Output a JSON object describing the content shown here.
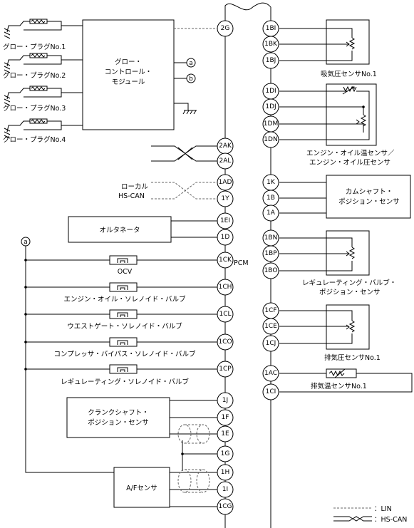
{
  "pcm": {
    "label": "PCM"
  },
  "glow": {
    "plugs": [
      "グロー・プラグNo.1",
      "グロー・プラグNo.2",
      "グロー・プラグNo.3",
      "グロー・プラグNo.4"
    ],
    "module_lines": [
      "グロー・",
      "コントロール・",
      "モジュール"
    ],
    "term_a": "a",
    "term_b": "b"
  },
  "connector_a": "a",
  "left_pins": [
    "2G",
    "2AK",
    "2AL",
    "1AD",
    "1Y",
    "1EI",
    "1D",
    "1CK",
    "1CH",
    "1CL",
    "1CO",
    "1CP",
    "1J",
    "1F",
    "1E",
    "1G",
    "1H",
    "1I",
    "1CG"
  ],
  "right_pins": [
    "1BI",
    "1BK",
    "1BJ",
    "1DI",
    "1DJ",
    "1DM",
    "1DN",
    "1K",
    "1B",
    "1A",
    "1BN",
    "1BP",
    "1BO",
    "1CF",
    "1CE",
    "1CJ",
    "1AC",
    "1CI"
  ],
  "can_local": [
    "ローカル",
    "HS-CAN"
  ],
  "alternator": "オルタネータ",
  "solenoids": [
    "OCV",
    "エンジン・オイル・ソレノイド・バルブ",
    "ウエストゲート・ソレノイド・バルブ",
    "コンプレッサ・バイパス・ソレノイド・バルブ",
    "レギュレーティング・ソレノイド・バルブ"
  ],
  "crank_sensor": [
    "クランクシャフト・",
    "ポジション・センサ"
  ],
  "af_sensor": "A/Fセンサ",
  "sensors_right": {
    "map1": "吸気圧センサNo.1",
    "oil": [
      "エンジン・オイル温センサ／",
      "エンジン・オイル圧センサ"
    ],
    "cam": [
      "カムシャフト・",
      "ポジション・センサ"
    ],
    "reg": [
      "レギュレーティング・バルブ・",
      "ポジション・センサ"
    ],
    "exh_press": "排気圧センサNo.1",
    "exh_temp": "排気温センサNo.1"
  },
  "legend": {
    "lin": "：LIN",
    "hscan": "：HS-CAN"
  }
}
